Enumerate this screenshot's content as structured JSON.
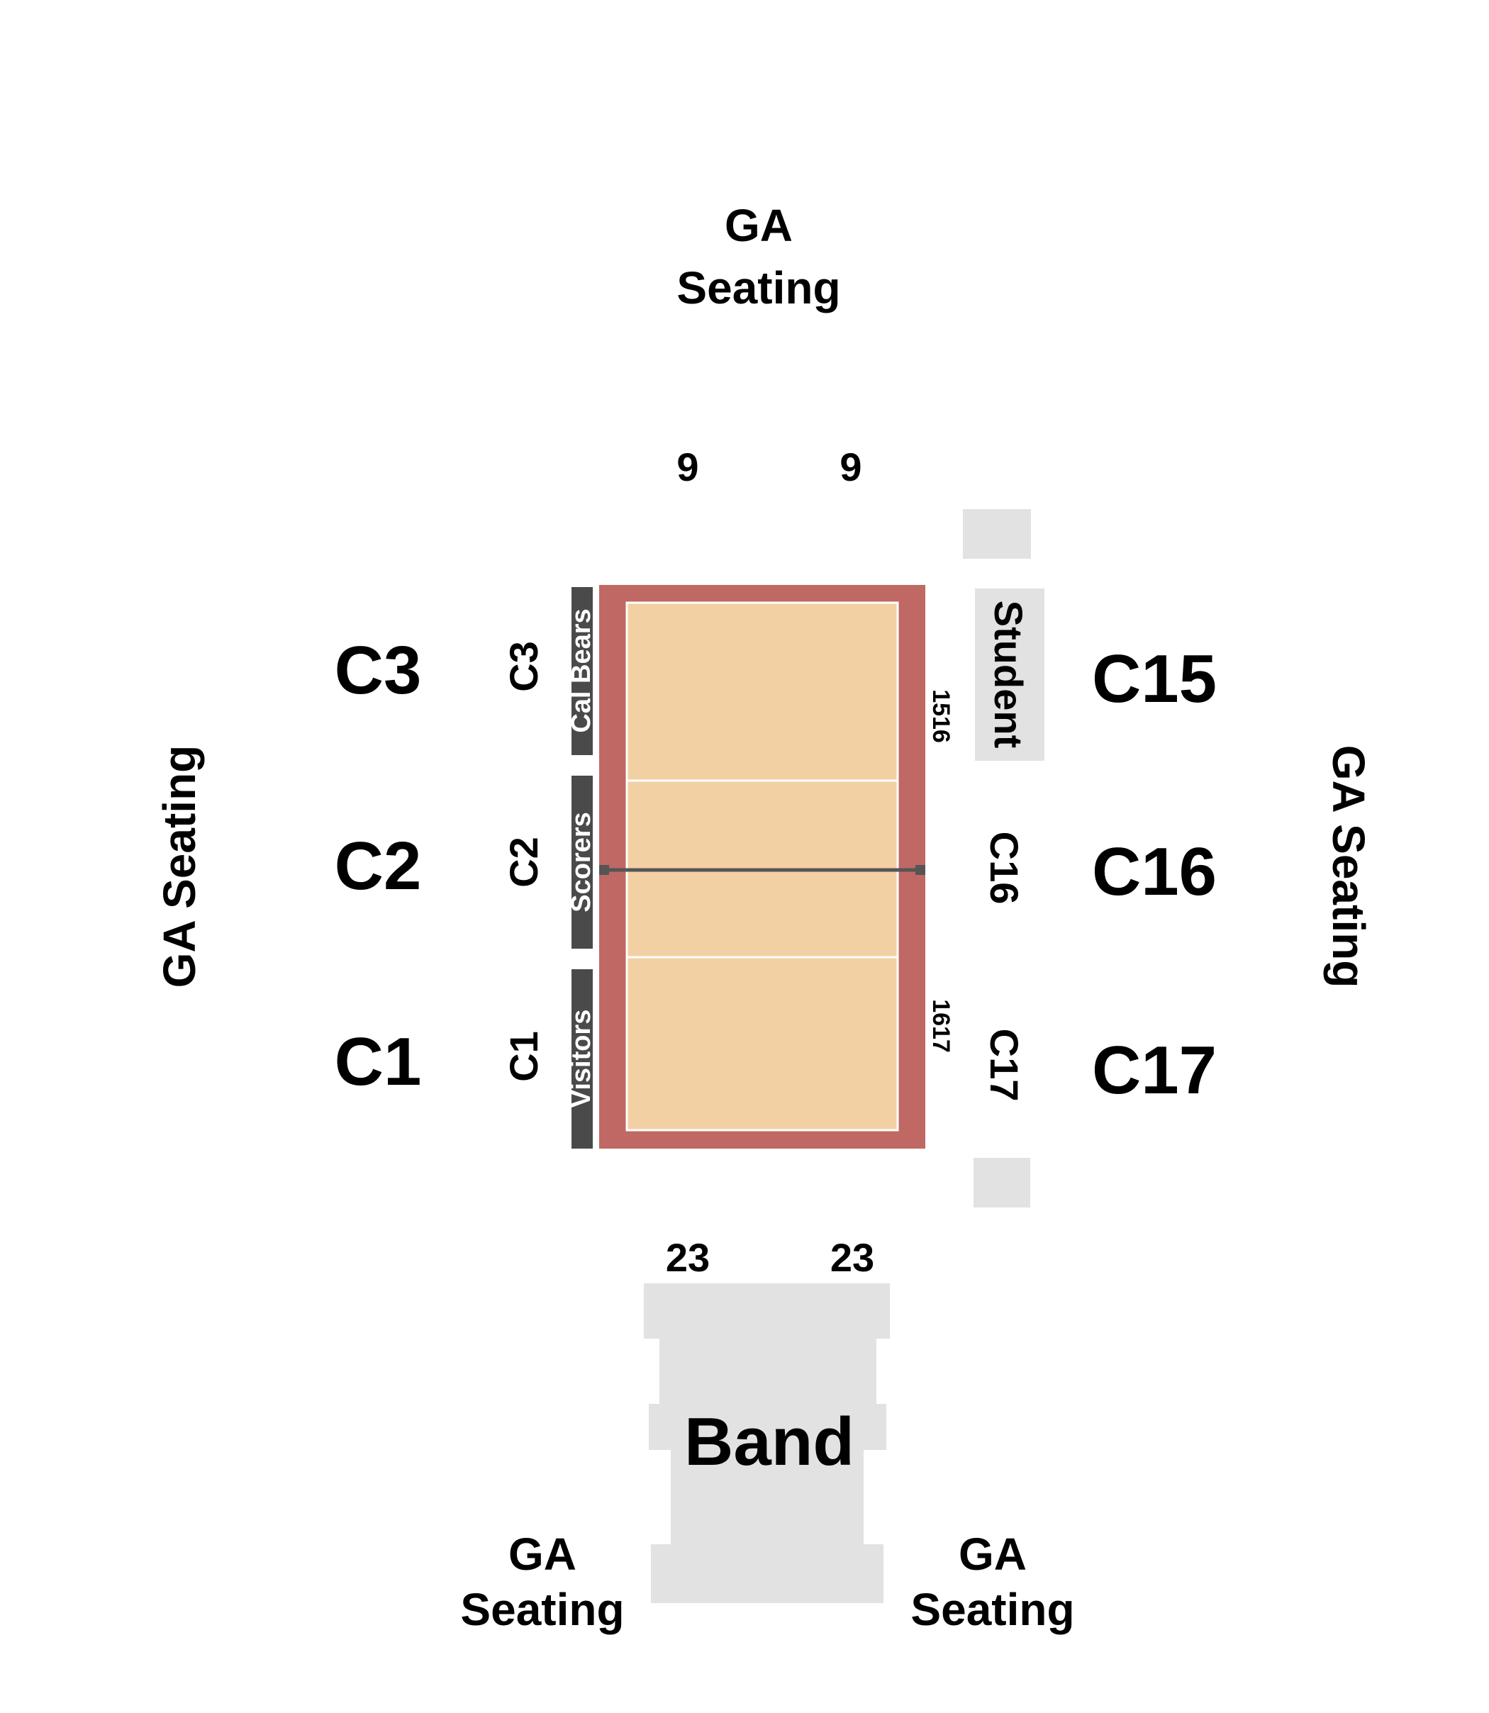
{
  "colors": {
    "court_border": "#c06864",
    "court_floor": "#f2d0a4",
    "court_lines": "#ffffff",
    "net": "#555555",
    "bench": "#4a4a4a",
    "section_fill": "#e2e2e2",
    "text": "#000000"
  },
  "ga": {
    "top": [
      "GA",
      "Seating"
    ],
    "left": "GA Seating",
    "right": "GA Seating",
    "bottom_left": [
      "GA",
      "Seating"
    ],
    "bottom_right": [
      "GA",
      "Seating"
    ]
  },
  "rows": {
    "top_left": "9",
    "top_right": "9",
    "bottom_left": "23",
    "bottom_right": "23"
  },
  "sections": {
    "left_outer": [
      "C3",
      "C2",
      "C1"
    ],
    "left_inner": [
      "C3",
      "C2",
      "C1"
    ],
    "right_outer": [
      "C15",
      "C16",
      "C17"
    ],
    "right_inner": [
      "C16",
      "C17"
    ],
    "student": "Student",
    "band": "Band"
  },
  "benches": {
    "home": "Cal Bears",
    "scorers": "Scorers",
    "visitors": "Visitors"
  },
  "aisles": {
    "upper": "1516",
    "lower": "1617"
  }
}
